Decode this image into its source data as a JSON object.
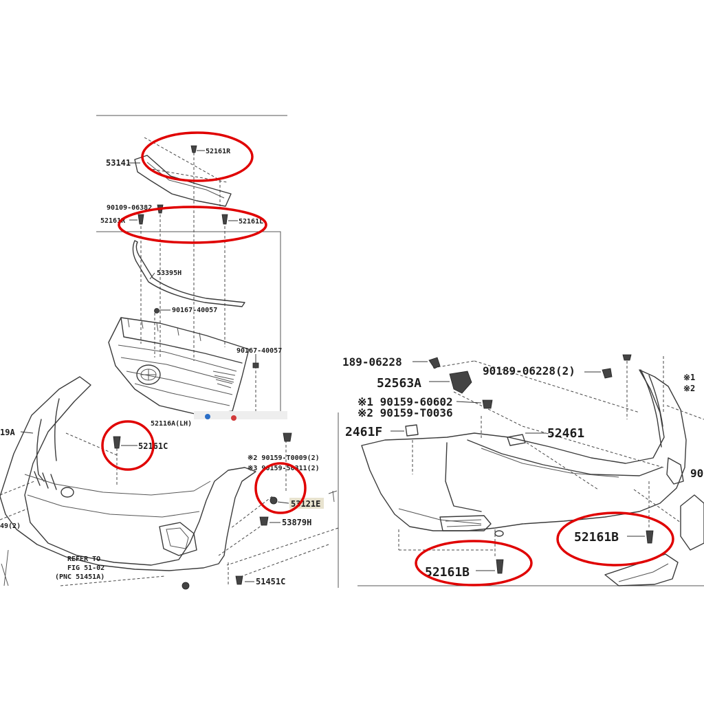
{
  "top_panel": {
    "labels": {
      "part_53141": "53141",
      "fastener_52161r_top": "52161R",
      "clip_90109": "90109-06382",
      "fastener_52161r_left": "52161R",
      "fastener_52161l": "52161L",
      "molding_53395h": "53395H",
      "clip_90167_a": "90167-40057",
      "clip_90167_b": "90167-40057"
    }
  },
  "front_panel": {
    "labels": {
      "part_52119a": "19A",
      "fastener_52116a": "52116A(LH)",
      "fastener_52161c": "52161C",
      "note_90159_t0009": "※2 90159-T0009(2)",
      "note_90159_50311": "※3 90159-50311(2)",
      "fastener_53121": "53121E",
      "fastener_53879h": "53879H",
      "part_49": "49(2)",
      "refer_line1": "REFER TO",
      "refer_line2": "FIG 51-02",
      "refer_line3": "(PNC 51451A)",
      "fastener_51451c": "51451C"
    }
  },
  "rear_panel": {
    "labels": {
      "clip_189": "189-06228",
      "clip_90189": "90189-06228(2)",
      "bracket_52563a": "52563A",
      "note_90159_60602": "※1 90159-60602",
      "note_90159_t0036": "※2 90159-T0036",
      "part_2461f": "2461F",
      "part_52461": "52461",
      "fastener_52161b_right": "52161B",
      "fastener_52161b_left": "52161B",
      "edge_note_1": "※1",
      "edge_note_2": "※2",
      "edge_90": "90"
    }
  },
  "colors": {
    "highlight_ring": "#e00000",
    "line_art": "#3a3a3a"
  }
}
